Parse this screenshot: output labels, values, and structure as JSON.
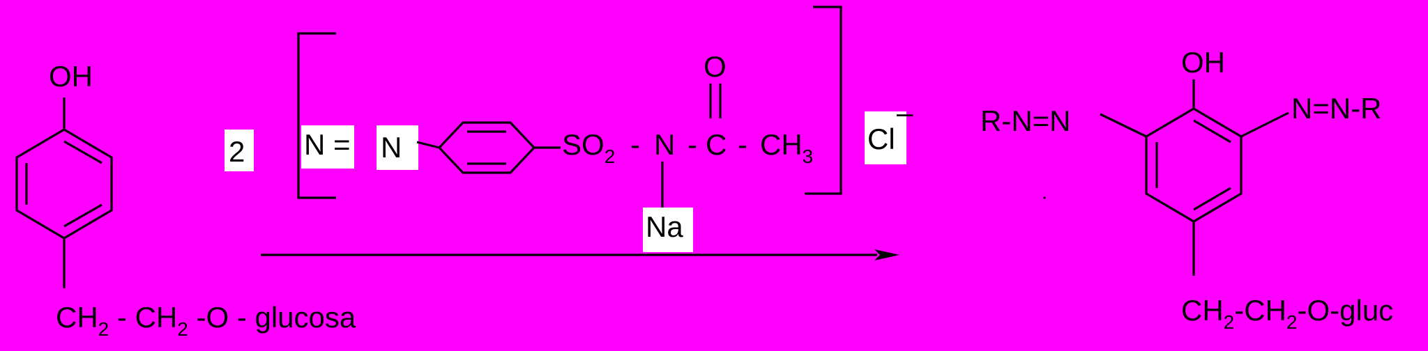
{
  "background_color": "#FF00FF",
  "reactant": {
    "oh": "OH",
    "chain": [
      {
        "text": "CH"
      },
      {
        "sub": "2"
      },
      {
        "text": " - CH"
      },
      {
        "sub": "2"
      },
      {
        "text": " -O - glucosa"
      }
    ]
  },
  "reagent": {
    "coefficient": "2",
    "diazonium": "N =",
    "n_ring": "N",
    "so2": [
      {
        "text": "SO"
      },
      {
        "sub": "2"
      }
    ],
    "dash1": "-",
    "n_amide": "N",
    "dash2": "-",
    "carbon": "C",
    "dash3": "-",
    "ch3": [
      {
        "text": "CH"
      },
      {
        "sub": "3"
      }
    ],
    "oxygen": "O",
    "sodium": "Na",
    "counter_ion": "Cl",
    "charge": "–"
  },
  "product": {
    "oh": "OH",
    "left_azo": "R-N=N",
    "right_azo": "N=N-R",
    "chain": [
      {
        "text": "CH"
      },
      {
        "sub": "2"
      },
      {
        "text": "-CH"
      },
      {
        "sub": "2"
      },
      {
        "text": "-O-gluc"
      }
    ]
  }
}
